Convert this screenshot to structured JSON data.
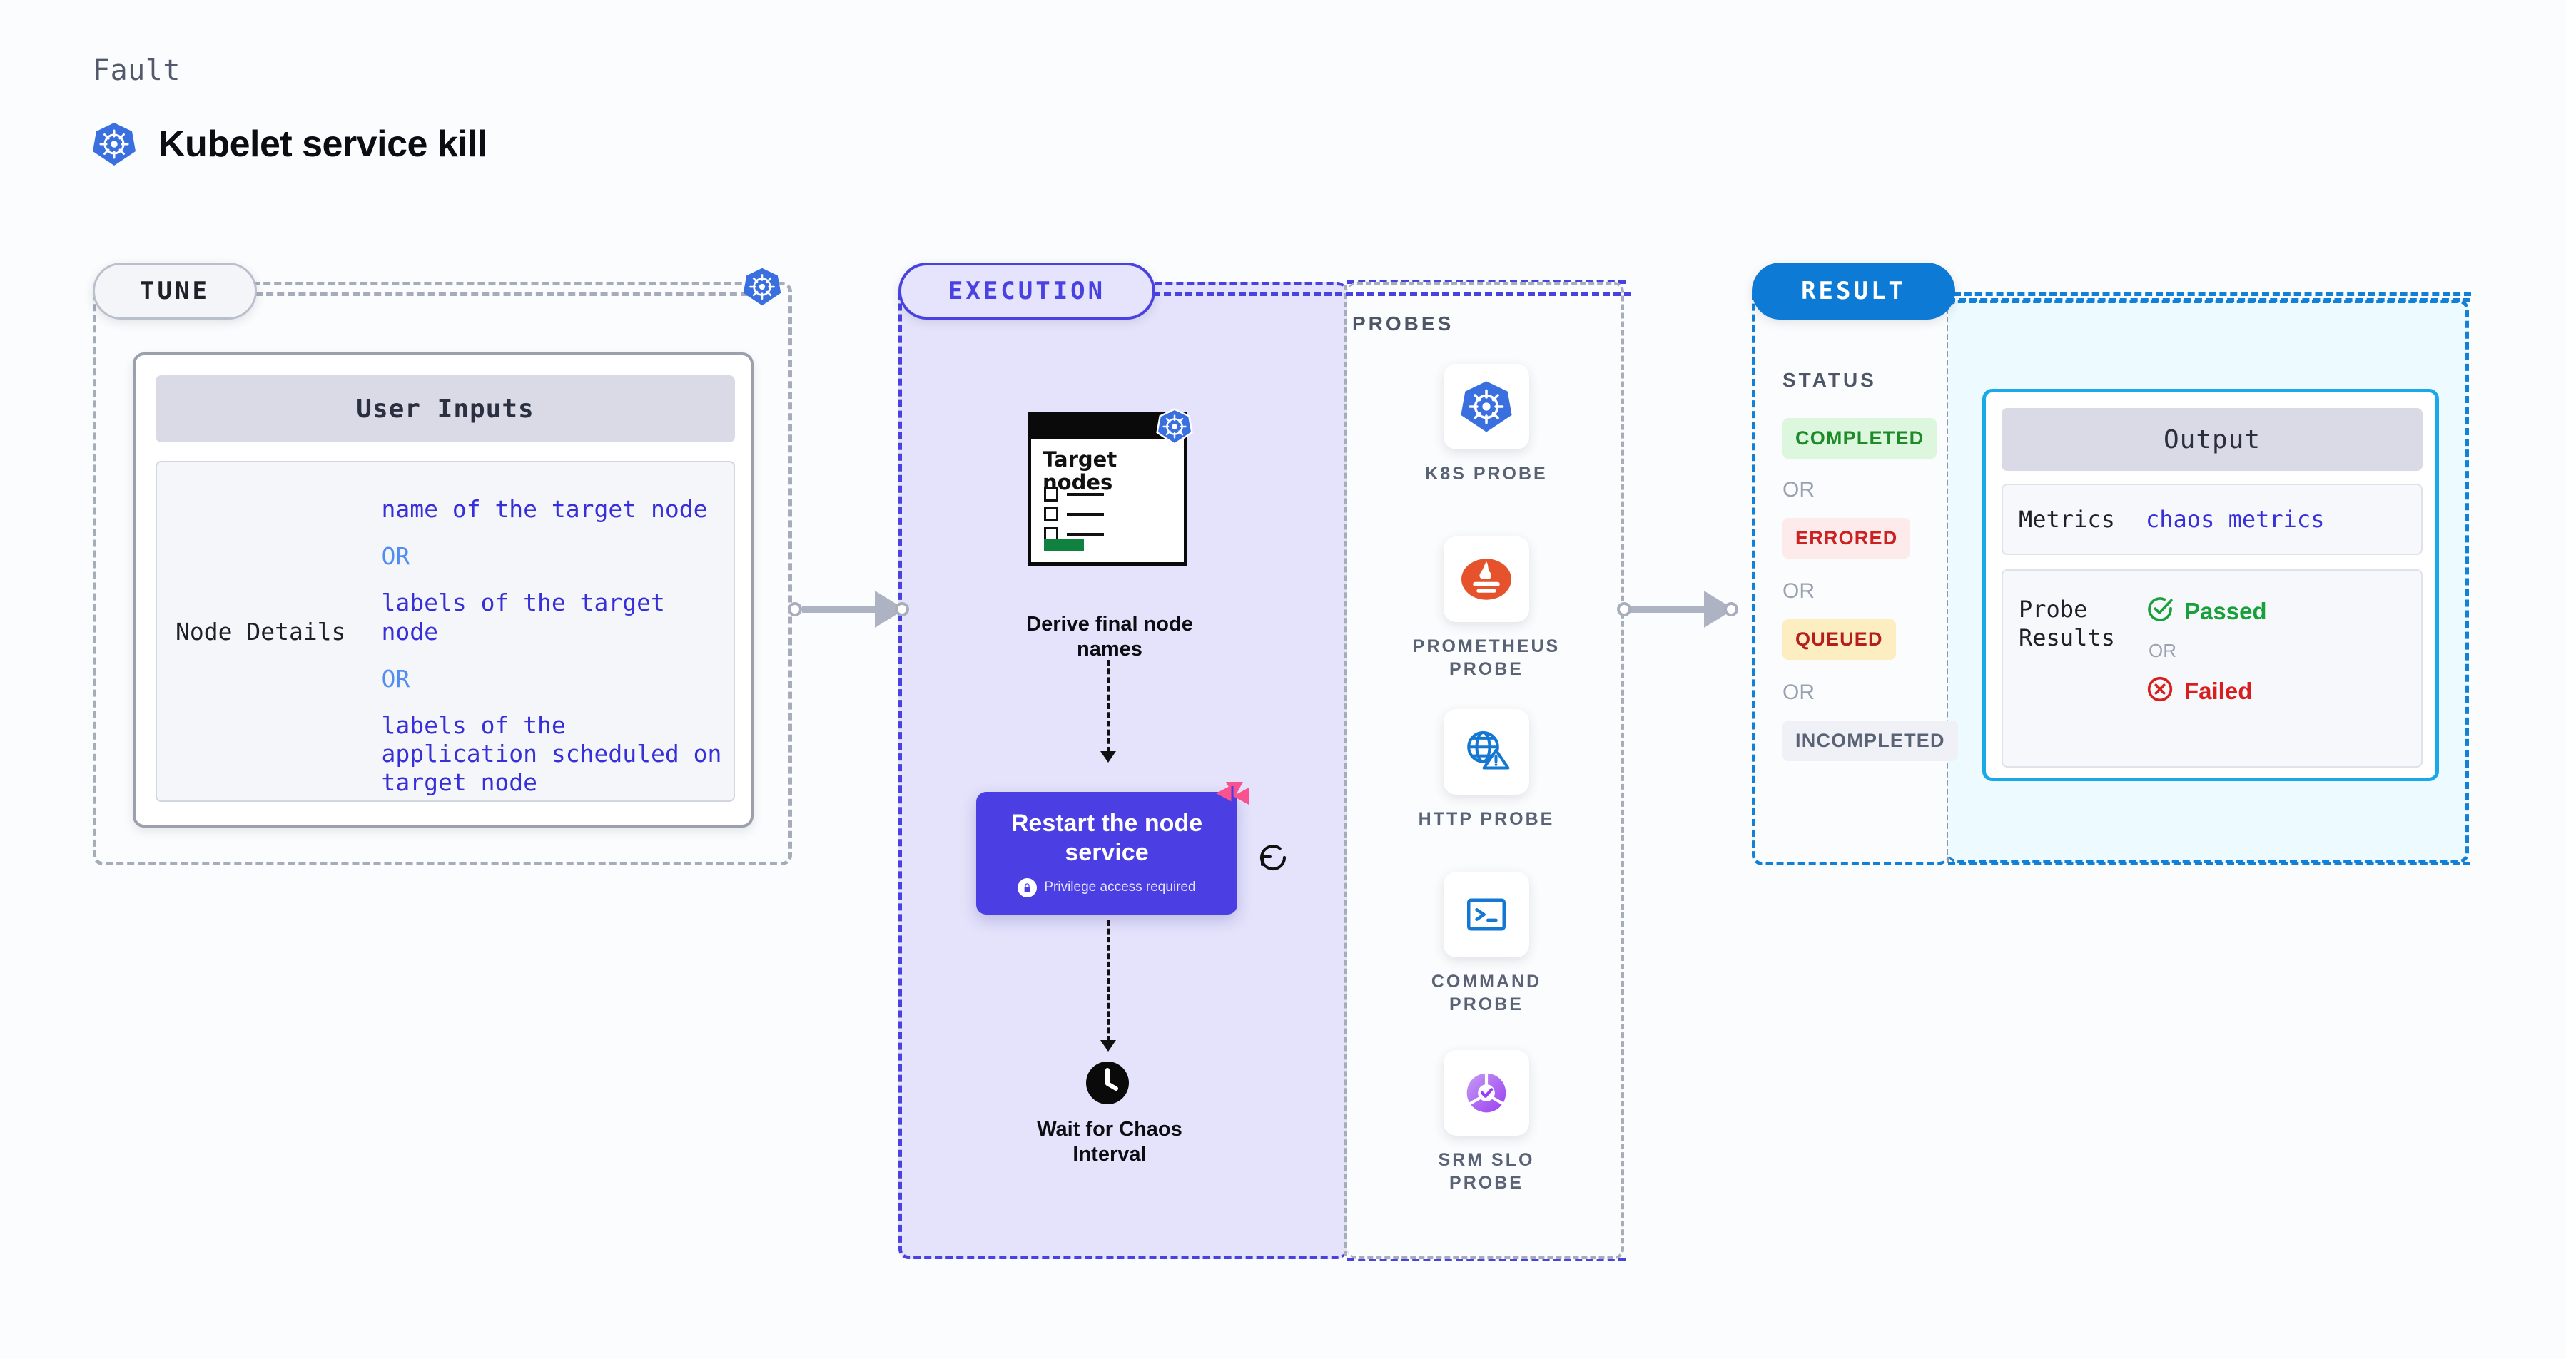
{
  "header": {
    "eyebrow": "Fault",
    "title": "Kubelet service kill",
    "logo_icon": "kubernetes-icon"
  },
  "tune": {
    "badge": "TUNE",
    "logo_icon": "kubernetes-icon",
    "card_title": "User Inputs",
    "rows": [
      {
        "key": "Node Details",
        "values": [
          "name of the target node",
          "labels of the target node",
          "labels of the application scheduled on target node"
        ],
        "separator": "OR"
      }
    ]
  },
  "execution": {
    "badge": "EXECUTION",
    "target_card": {
      "title": "Target nodes",
      "checkbox_count": 3,
      "logo_icon": "kubernetes-icon",
      "accent_color": "#108240"
    },
    "steps": [
      {
        "label": "Derive final node names",
        "icon": "target-nodes-card-icon"
      },
      {
        "label": "Restart the node service",
        "note": "Privilege access required",
        "note_icon": "lock-icon",
        "badge_icon": "litmus-chaos-icon",
        "side_icon": "refresh-icon",
        "color": "#4b3fe4"
      },
      {
        "label": "Wait for Chaos Interval",
        "icon": "clock-icon"
      }
    ]
  },
  "probes": {
    "title": "PROBES",
    "items": [
      {
        "label": "K8S PROBE",
        "icon": "kubernetes-icon",
        "color": "#3a6fe0"
      },
      {
        "label": "PROMETHEUS PROBE",
        "icon": "prometheus-icon",
        "color": "#e6522c"
      },
      {
        "label": "HTTP PROBE",
        "icon": "globe-alert-icon",
        "color": "#1477d1"
      },
      {
        "label": "COMMAND PROBE",
        "icon": "terminal-icon",
        "color": "#1477d1"
      },
      {
        "label": "SRM SLO PROBE",
        "icon": "slo-gauge-icon",
        "color": "#9b4dea"
      }
    ]
  },
  "result": {
    "badge": "RESULT",
    "status_title": "STATUS",
    "separator": "OR",
    "statuses": [
      {
        "label": "COMPLETED",
        "bg": "#ddf6de",
        "fg": "#1f8a2a"
      },
      {
        "label": "ERRORED",
        "bg": "#fdeaea",
        "fg": "#cb2121"
      },
      {
        "label": "QUEUED",
        "bg": "#fdeec2",
        "fg": "#b61d1d"
      },
      {
        "label": "INCOMPLETED",
        "bg": "#eff1f6",
        "fg": "#5a6375"
      }
    ]
  },
  "output": {
    "card_title": "Output",
    "metrics_key": "Metrics",
    "metrics_value": "chaos metrics",
    "probe_results_key": "Probe Results",
    "passed_label": "Passed",
    "failed_label": "Failed",
    "separator": "OR",
    "passed_icon": "check-circle-icon",
    "failed_icon": "x-circle-icon"
  }
}
